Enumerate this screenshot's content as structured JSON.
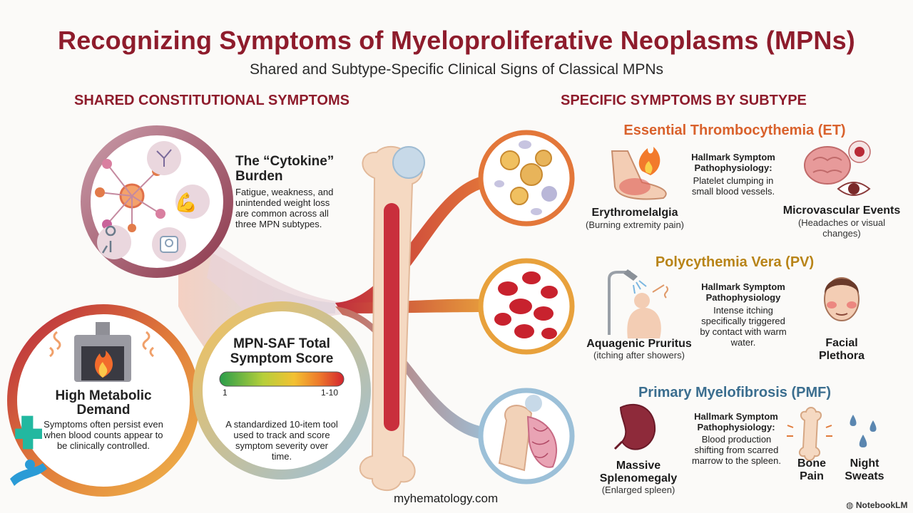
{
  "header": {
    "title": "Recognizing Symptoms of Myeloproliferative Neoplasms (MPNs)",
    "subtitle": "Shared and Subtype-Specific Clinical Signs of Classical MPNs"
  },
  "sections": {
    "left": "SHARED CONSTITUTIONAL SYMPTOMS",
    "right": "SPECIFIC SYMPTOMS BY SUBTYPE"
  },
  "shared": {
    "cytokine": {
      "title_line1": "The “Cytokine”",
      "title_line2": "Burden",
      "desc_lines": [
        "Fatigue, weakness, and",
        "unintended weight loss",
        "are common across all",
        "three MPN subtypes."
      ]
    },
    "metabolic": {
      "title_line1": "High Metabolic",
      "title_line2": "Demand",
      "desc_lines": [
        "Symptoms often persist even",
        "when blood counts appear to",
        "be clinically controlled."
      ]
    },
    "score": {
      "title_line1": "MPN-SAF Total",
      "title_line2": "Symptom Score",
      "scale_min": "1",
      "scale_max": "1-10",
      "desc_lines": [
        "A standardized 10-item tool",
        "used to track and score",
        "symptom severity over",
        "time."
      ]
    }
  },
  "subtypes": {
    "et": {
      "title": "Essential Thrombocythemia (ET)",
      "color": "#d9612c",
      "symptom1_name": "Erythromelalgia",
      "symptom1_sub": "(Burning extremity pain)",
      "hallmark_lines": [
        "Hallmark Symptom",
        "Pathophysiology:"
      ],
      "patho_lines": [
        "Platelet clumping in",
        "small blood vessels."
      ],
      "symptom2_name": "Microvascular Events",
      "symptom2_sub_lines": [
        "(Headaches or visual",
        "changes)"
      ]
    },
    "pv": {
      "title": "Polycythemia Vera (PV)",
      "color": "#b88418",
      "symptom1_name": "Aquagenic Pruritus",
      "symptom1_sub": "(itching after showers)",
      "hallmark_lines": [
        "Hallmark Symptom",
        "Pathophysiology"
      ],
      "patho_lines": [
        "Intense itching",
        "specifically triggered",
        "by contact with warm",
        "water."
      ],
      "symptom2_lines": [
        "Facial",
        "Plethora"
      ]
    },
    "pmf": {
      "title": "Primary Myelofibrosis (PMF)",
      "color": "#3b6e8f",
      "symptom1_lines": [
        "Massive",
        "Splenomegaly"
      ],
      "symptom1_sub": "(Enlarged spleen)",
      "hallmark_lines": [
        "Hallmark Symptom",
        "Pathophysiology:"
      ],
      "patho_lines": [
        "Blood production",
        "shifting from scarred",
        "marrow to the spleen."
      ],
      "symptom2_lines": [
        "Bone",
        "Pain"
      ],
      "symptom3_lines": [
        "Night",
        "Sweats"
      ]
    }
  },
  "footer": {
    "site": "myhematology.com",
    "brand": "NotebookLM"
  },
  "colors": {
    "title": "#8e1c2c",
    "et": "#d9612c",
    "pv": "#b88418",
    "pmf": "#3b6e8f"
  }
}
